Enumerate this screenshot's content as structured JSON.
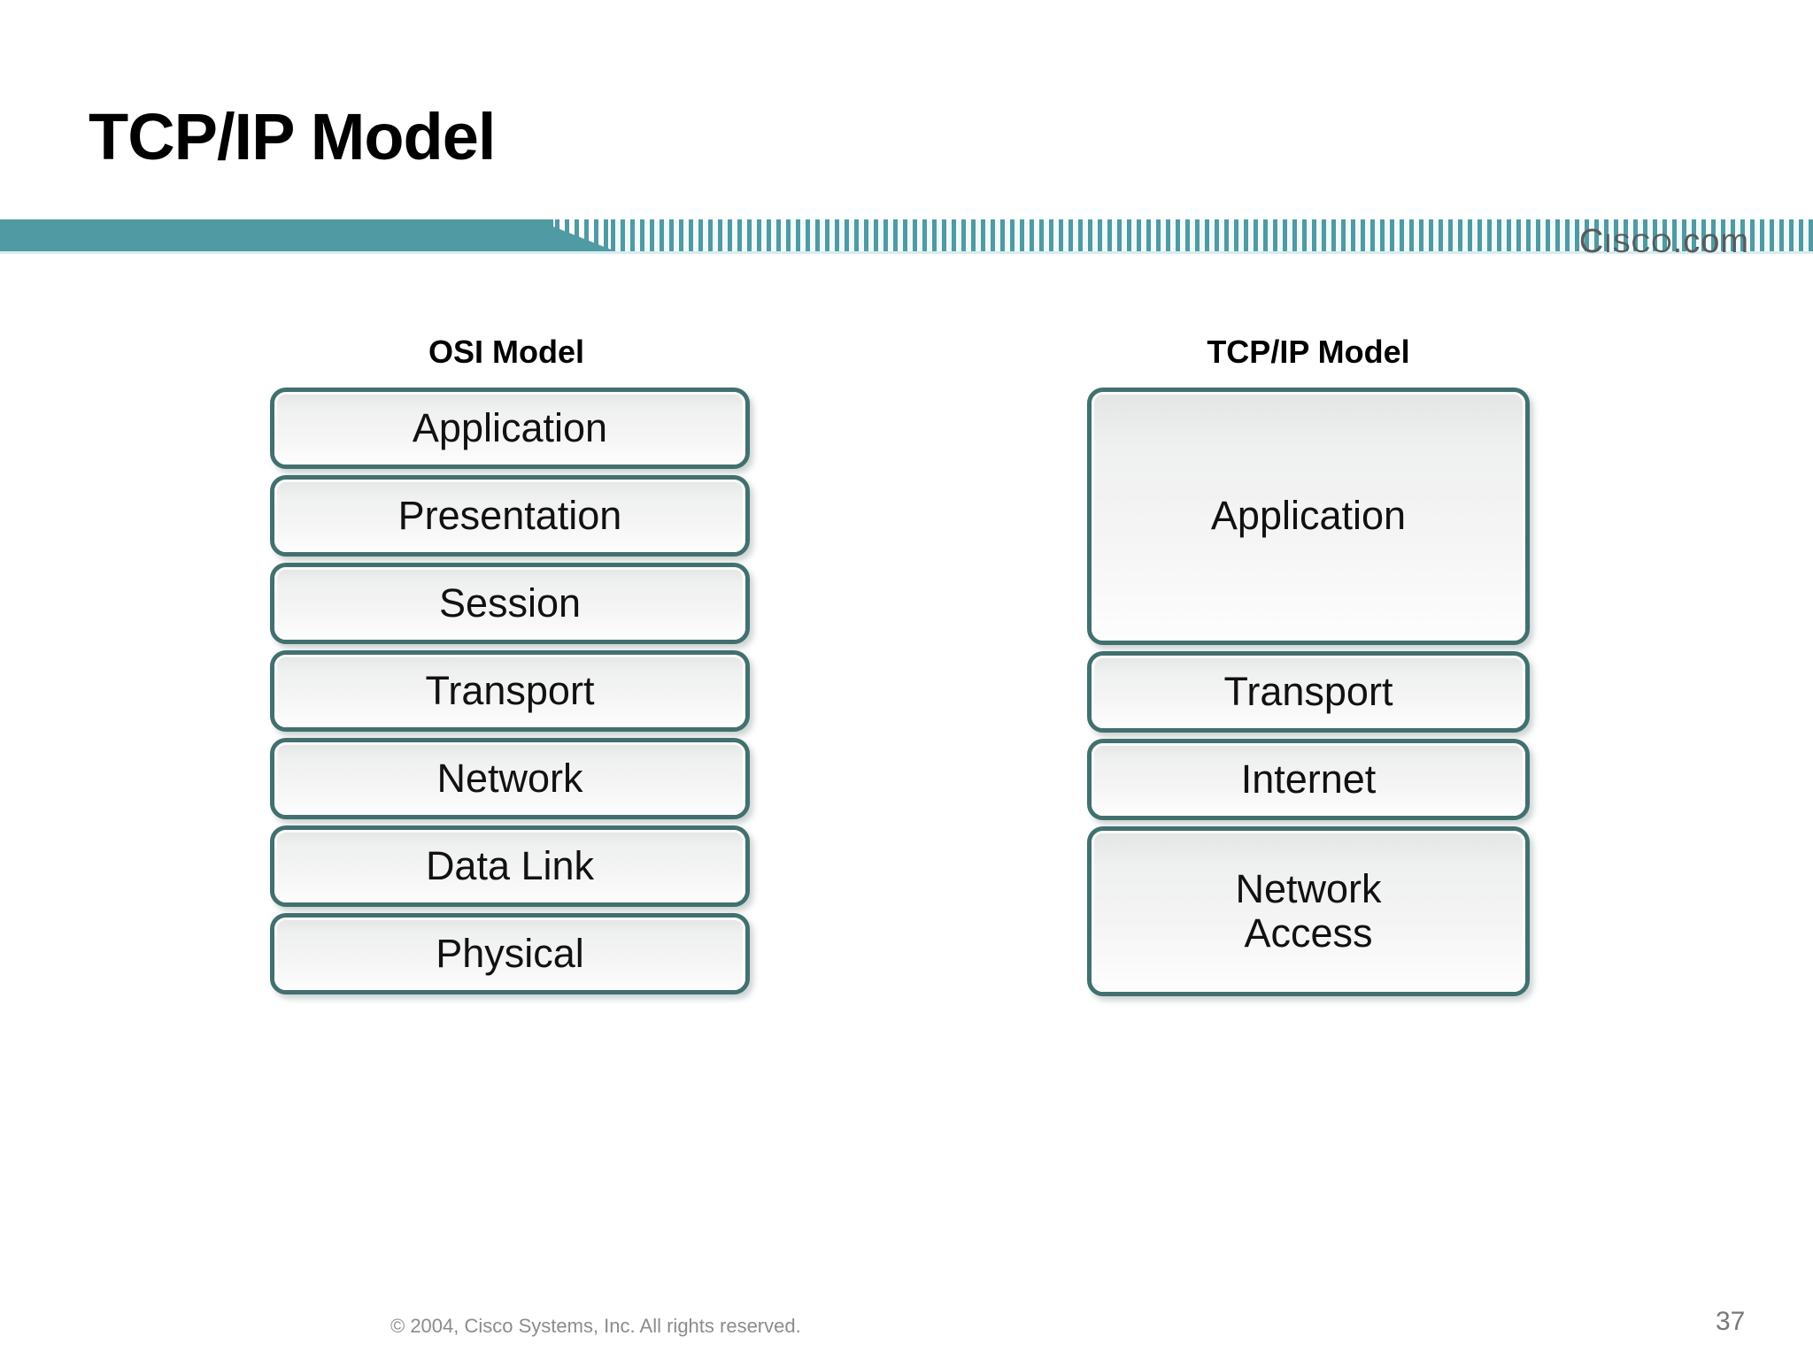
{
  "slide": {
    "title": "TCP/IP Model",
    "page_number": "37",
    "copyright": "© 2004, Cisco Systems, Inc. All rights reserved."
  },
  "branding": {
    "logo_lead": "C",
    "logo_small": "ISCO",
    "logo_tail": ".com",
    "banner_color": "#4f9aa3",
    "banner_stripe_color": "#f2fbfc",
    "box_border_color": "#42706f",
    "title_color": "#000000",
    "footer_color": "#8a8c8e"
  },
  "chart_data": {
    "type": "table",
    "title": "TCP/IP Model",
    "columns": [
      "OSI Model",
      "TCP/IP Model"
    ],
    "osi_layers": [
      "Application",
      "Presentation",
      "Session",
      "Transport",
      "Network",
      "Data Link",
      "Physical"
    ],
    "tcpip_layers": [
      "Application",
      "Transport",
      "Internet",
      "Network\nAccess"
    ],
    "mapping": [
      {
        "tcpip": "Application",
        "osi": [
          "Application",
          "Presentation",
          "Session"
        ],
        "span": 3
      },
      {
        "tcpip": "Transport",
        "osi": [
          "Transport"
        ],
        "span": 1
      },
      {
        "tcpip": "Internet",
        "osi": [
          "Network"
        ],
        "span": 1
      },
      {
        "tcpip": "Network Access",
        "osi": [
          "Data Link",
          "Physical"
        ],
        "span": 2
      }
    ]
  },
  "osi": {
    "header": "OSI Model",
    "layers": [
      {
        "label": "Application"
      },
      {
        "label": "Presentation"
      },
      {
        "label": "Session"
      },
      {
        "label": "Transport"
      },
      {
        "label": "Network"
      },
      {
        "label": "Data Link"
      },
      {
        "label": "Physical"
      }
    ]
  },
  "tcpip": {
    "header": "TCP/IP Model",
    "layers": [
      {
        "label": "Application"
      },
      {
        "label": "Transport"
      },
      {
        "label": "Internet"
      },
      {
        "label_line1": "Network",
        "label_line2": "Access"
      }
    ]
  }
}
